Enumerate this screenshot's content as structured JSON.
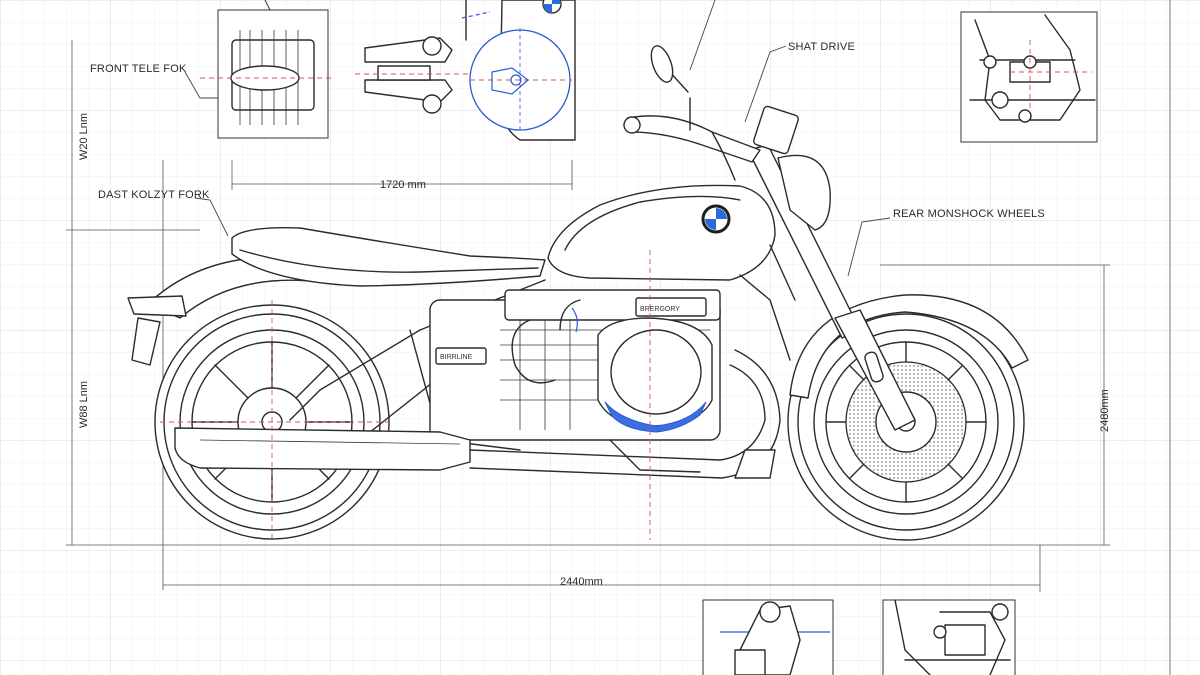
{
  "labels": {
    "front_tele_fork": "FRONT TELE FOK",
    "shat_drive": "SHAT DRIVE",
    "dast_kolzyt_fork": "DAST KOLZYT FORK",
    "rear_monoshock_wheels": "REAR MONSHOCK WHEELS"
  },
  "dimensions": {
    "top_width": "1720 mm",
    "overall_length": "2440mm",
    "left_upper": "W20 Lnm",
    "left_lower": "W88 Lnm",
    "right_height": "2480mm"
  },
  "plates": {
    "engine_block_top": "BRERGORY",
    "engine_block_side": "BIRRLINE"
  },
  "colors": {
    "paper": "#ffffff",
    "grid": "#dfe6ee",
    "ink": "#2b2b2b",
    "centerline": "#d9534f",
    "highlight": "#2a5bd7",
    "sump": "#3c6ee0",
    "indicator": "#f08a24"
  },
  "icons": {
    "brand_badge": "bmw-roundel-icon"
  }
}
